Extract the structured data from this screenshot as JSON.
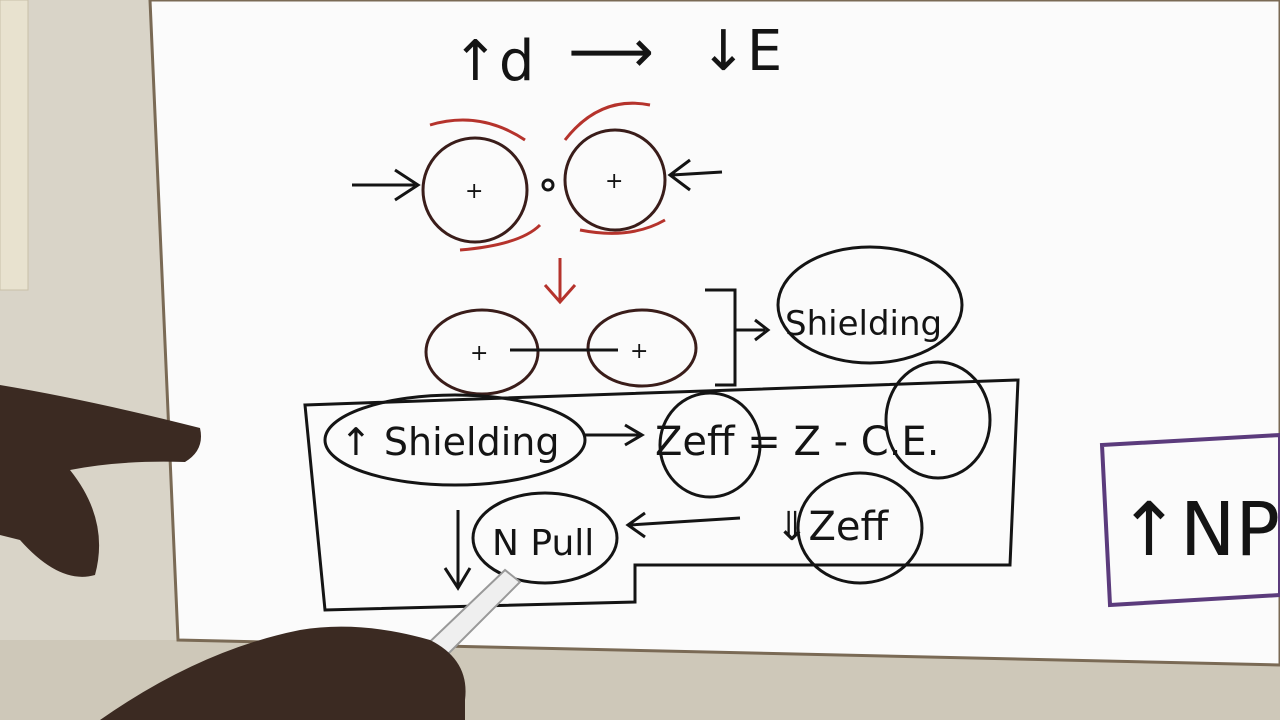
{
  "board": {
    "title_left": "↑d",
    "title_arrow": "⟶",
    "title_right": "↓E",
    "shielding_bubble": "Shielding",
    "box_shielding": "↑ Shielding",
    "zeff_formula": "Zeff = Z - C.E.",
    "zeff_label": "Zeff",
    "ce_label": "C.E.",
    "zeff_down": "⇓Zeff",
    "npull": "N Pull",
    "right_box": "↑NPu"
  },
  "colors": {
    "board": "#fbfbfb",
    "wall": "#d9d4c8",
    "ink_black": "#141414",
    "ink_green": "#1f4a2c",
    "ink_red": "#b5332c",
    "ink_purple": "#5b3b7c",
    "skin": "#3b2a22"
  }
}
